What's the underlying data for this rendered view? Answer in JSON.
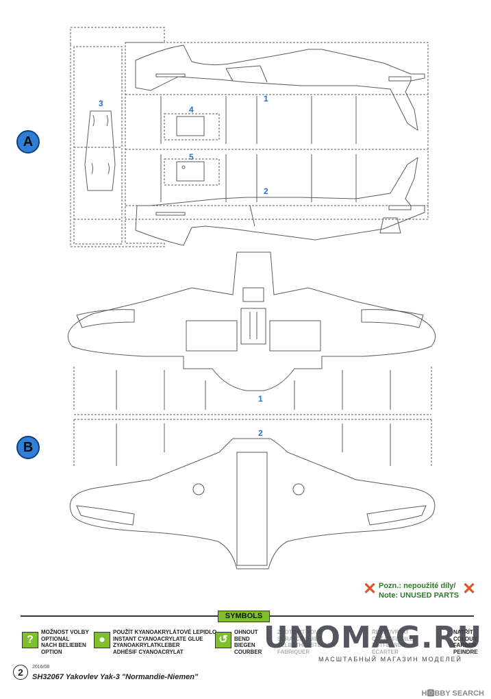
{
  "sections": {
    "a": "A",
    "b": "B"
  },
  "fret_a": {
    "part_1": "1",
    "part_2": "2",
    "part_3": "3",
    "part_4": "4",
    "part_5": "5"
  },
  "fret_b": {
    "part_1": "1",
    "part_2": "2"
  },
  "note": {
    "pozn_key": "Pozn.:",
    "pozn_value": "nepoužité díly/",
    "note_key": "Note:",
    "note_value": "UNUSED PARTS",
    "x_symbol": "✕"
  },
  "symbols": {
    "title": "SYMBOLS",
    "option_icon": "?",
    "option_text": [
      "MOŽNOST VOLBY",
      "OPTIONAL",
      "NACH BELIEBEN",
      "OPTION"
    ],
    "glue_icon": "●",
    "glue_text": [
      "POUŽÍT KYANOAKRYLÁTOVÉ LEPIDLO",
      "INSTANT CYANOACRYLATE GLUE",
      "ZYANOAKRYLATKLEBER",
      "ADHÉSIF CYANOACRYLAT"
    ],
    "bend_icon": "↺",
    "bend_text": [
      "OHNOUT",
      "BEND",
      "BIEGEN",
      "COURBER"
    ],
    "scratch_text": [
      "ZHOTOVIT NOVÉ",
      "SCRATCH BUILD",
      "SELBSTHERSTELLEN",
      "FABRIQUER"
    ],
    "cut_text": [
      "ŘEZAT/VRTAT",
      "CUT OFF/DRILL",
      "ENTFERNEN",
      "ÉCARTER"
    ],
    "paint_text": [
      "NATŘÍT",
      "COLOUR",
      "FARBEN",
      "PEINDRE"
    ]
  },
  "footer": {
    "page_number": "2",
    "date": "2016/08",
    "title": "SH32067  Yakovlev Yak-3 \"Normandie-Niemen\""
  },
  "watermark": {
    "main": "UNOMAG.RU",
    "sub": "МАСШТАБНЫЙ МАГАЗИН МОДЕЛЕЙ",
    "hobby": "H🅾BBY SEARCH"
  }
}
